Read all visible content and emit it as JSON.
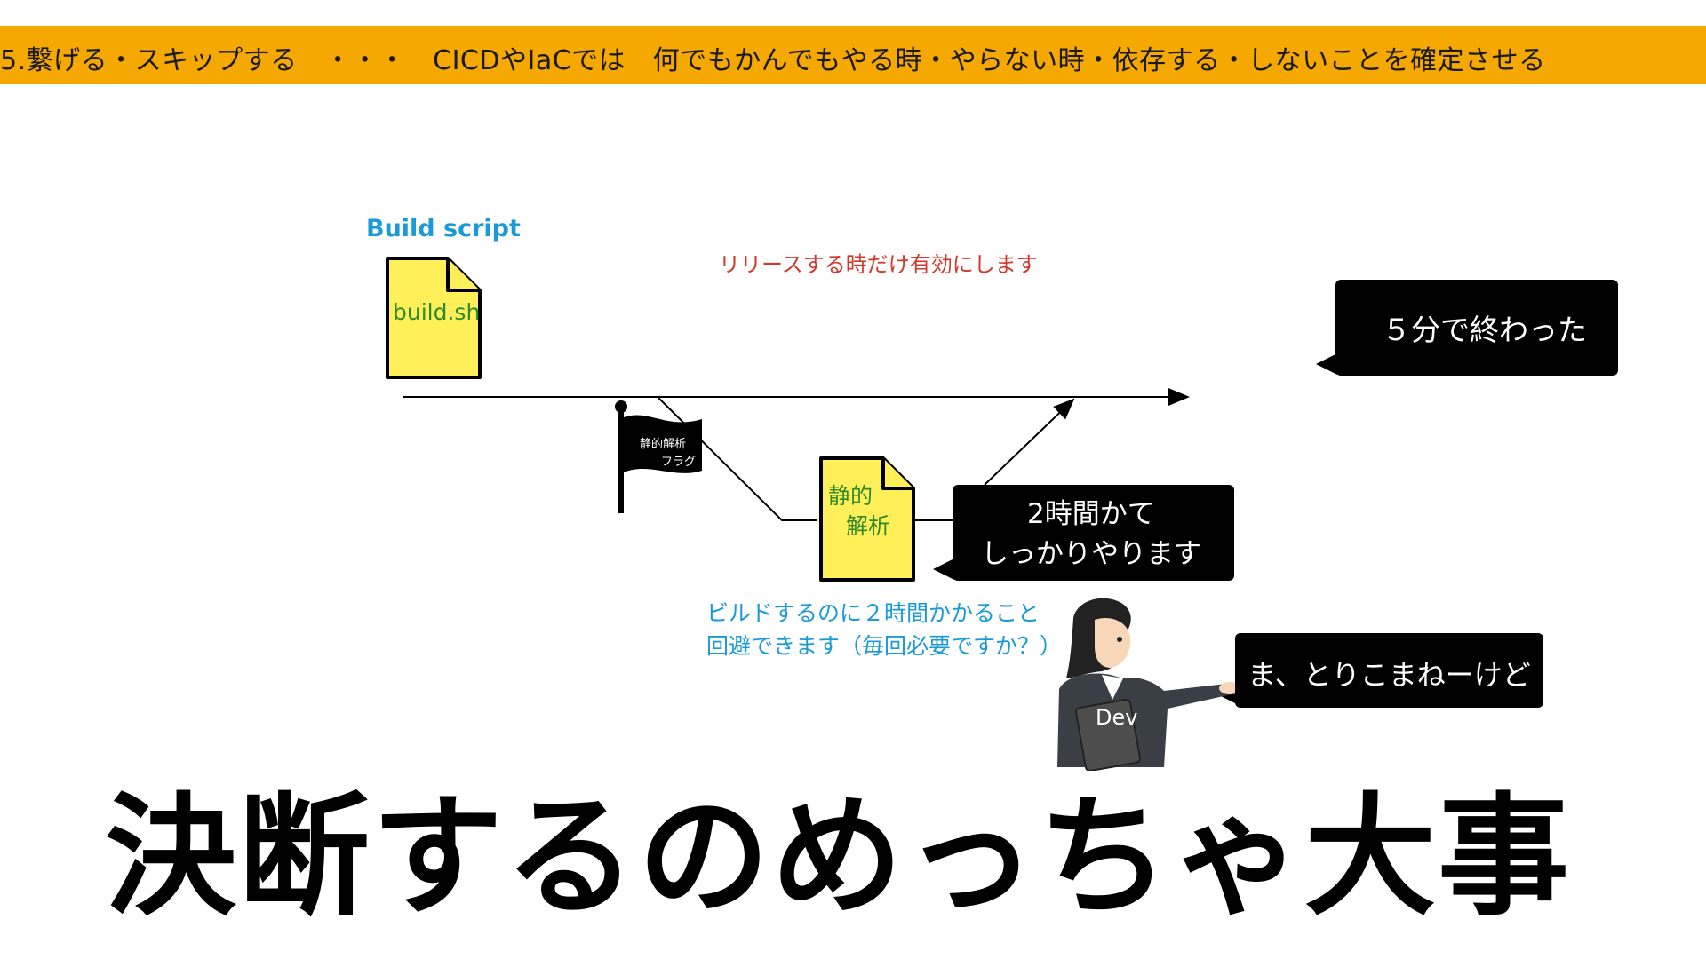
{
  "header": {
    "banner": "5.繋げる・スキップする　・・・　CICDやIaCでは　何でもかんでもやる時・やらない時・依存する・しないことを確定させる"
  },
  "diagram": {
    "build_label": "Build script",
    "build_file": "build.sh",
    "release_note": "リリースする時だけ有効にします",
    "flag_line1": "静的解析",
    "flag_line2": "フラグ",
    "static_line1": "静的",
    "static_line2": "解析",
    "skip_line1": "ビルドするのに２時間かかること",
    "skip_line2": "回避できます（毎回必要ですか？）"
  },
  "bubbles": {
    "five_min": "５分で終わった",
    "two_hours_line1": "2時間かて",
    "two_hours_line2": "しっかりやります",
    "dev_comment": "ま、とりこまねーけど"
  },
  "dev_badge": "Dev",
  "conclusion": "決断するのめっちゃ大事",
  "colors": {
    "banner": "#f5a800",
    "doc_fill": "#fff05a",
    "label_blue": "#1a9ad6",
    "note_red": "#d2382c",
    "doc_text_green": "#2f8a2a"
  }
}
